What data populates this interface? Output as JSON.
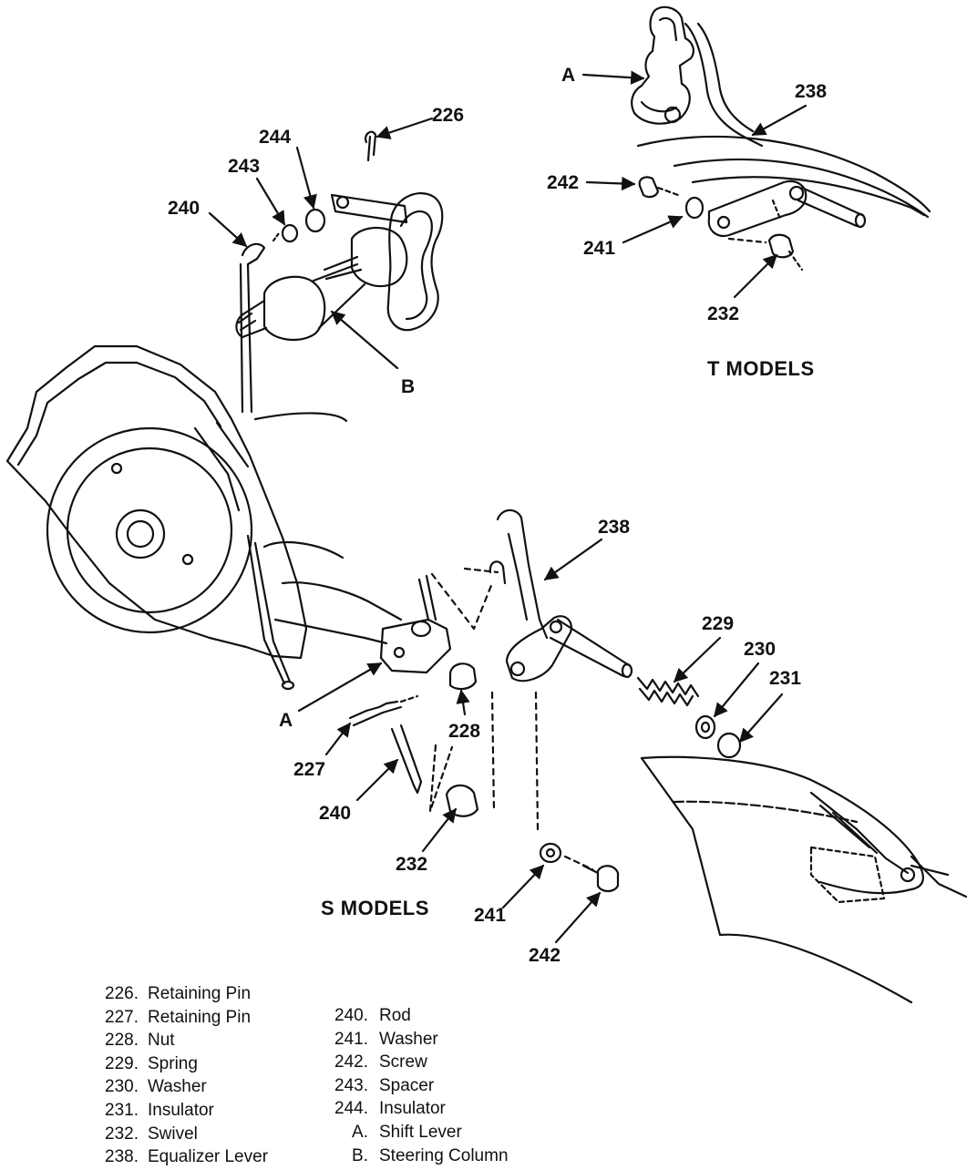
{
  "diagram": {
    "sections": {
      "t_models": "T MODELS",
      "s_models": "S MODELS"
    },
    "callouts": {
      "t_a": "A",
      "t_238": "238",
      "t_242": "242",
      "t_241": "241",
      "t_232": "232",
      "top_226": "226",
      "top_244": "244",
      "top_243": "243",
      "top_240": "240",
      "top_b": "B",
      "s_238": "238",
      "s_229": "229",
      "s_230": "230",
      "s_231": "231",
      "s_a": "A",
      "s_228": "228",
      "s_227": "227",
      "s_240": "240",
      "s_232": "232",
      "s_241": "241",
      "s_242": "242"
    }
  },
  "legend": {
    "left": [
      {
        "num": "226.",
        "label": "Retaining Pin"
      },
      {
        "num": "227.",
        "label": "Retaining Pin"
      },
      {
        "num": "228.",
        "label": "Nut"
      },
      {
        "num": "229.",
        "label": "Spring"
      },
      {
        "num": "230.",
        "label": "Washer"
      },
      {
        "num": "231.",
        "label": "Insulator"
      },
      {
        "num": "232.",
        "label": "Swivel"
      },
      {
        "num": "238.",
        "label": "Equalizer Lever"
      }
    ],
    "right": [
      {
        "num": "240.",
        "label": "Rod"
      },
      {
        "num": "241.",
        "label": "Washer"
      },
      {
        "num": "242.",
        "label": "Screw"
      },
      {
        "num": "243.",
        "label": "Spacer"
      },
      {
        "num": "244.",
        "label": "Insulator"
      },
      {
        "num": "A.",
        "label": "Shift Lever"
      },
      {
        "num": "B.",
        "label": "Steering Column"
      }
    ]
  }
}
